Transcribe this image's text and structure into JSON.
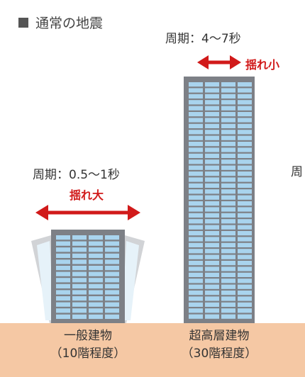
{
  "title": "通常の地震",
  "tall": {
    "period": "周期：4〜7秒",
    "sway": "揺れ小",
    "label1": "超高層建物",
    "label2": "（30階程度）"
  },
  "low": {
    "period": "周期：0.5〜1秒",
    "sway": "揺れ大",
    "label1": "一般建物",
    "label2": "（10階程度）"
  },
  "edge_text": "周",
  "colors": {
    "arrow": "#d11a1a",
    "building": "#7d8086",
    "window": "#a9d4ee",
    "ground": "#f5c8a4"
  }
}
